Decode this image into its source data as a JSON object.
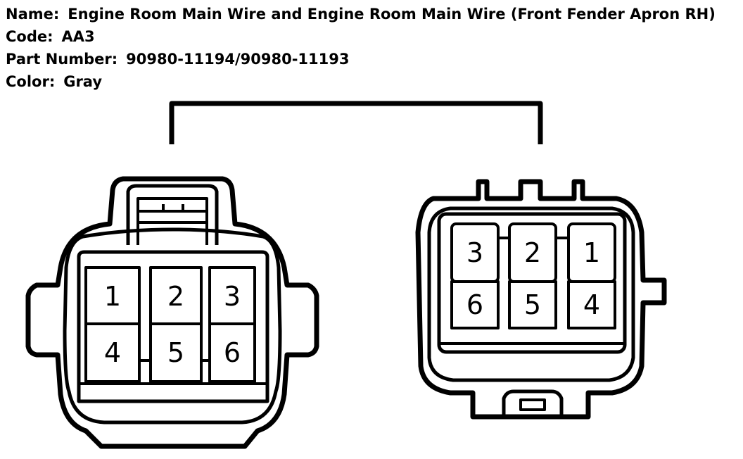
{
  "info": {
    "name_label": "Name:",
    "name_value": "Engine Room Main Wire and Engine Room Main Wire (Front Fender Apron RH)",
    "code_label": "Code:",
    "code_value": "AA3",
    "part_label": "Part Number:",
    "part_value": "90980-11194/90980-11193",
    "color_label": "Color:",
    "color_value": "Gray"
  },
  "left_connector": {
    "pins": [
      "1",
      "2",
      "3",
      "4",
      "5",
      "6"
    ]
  },
  "right_connector": {
    "pins": [
      "3",
      "2",
      "1",
      "6",
      "5",
      "4"
    ]
  }
}
